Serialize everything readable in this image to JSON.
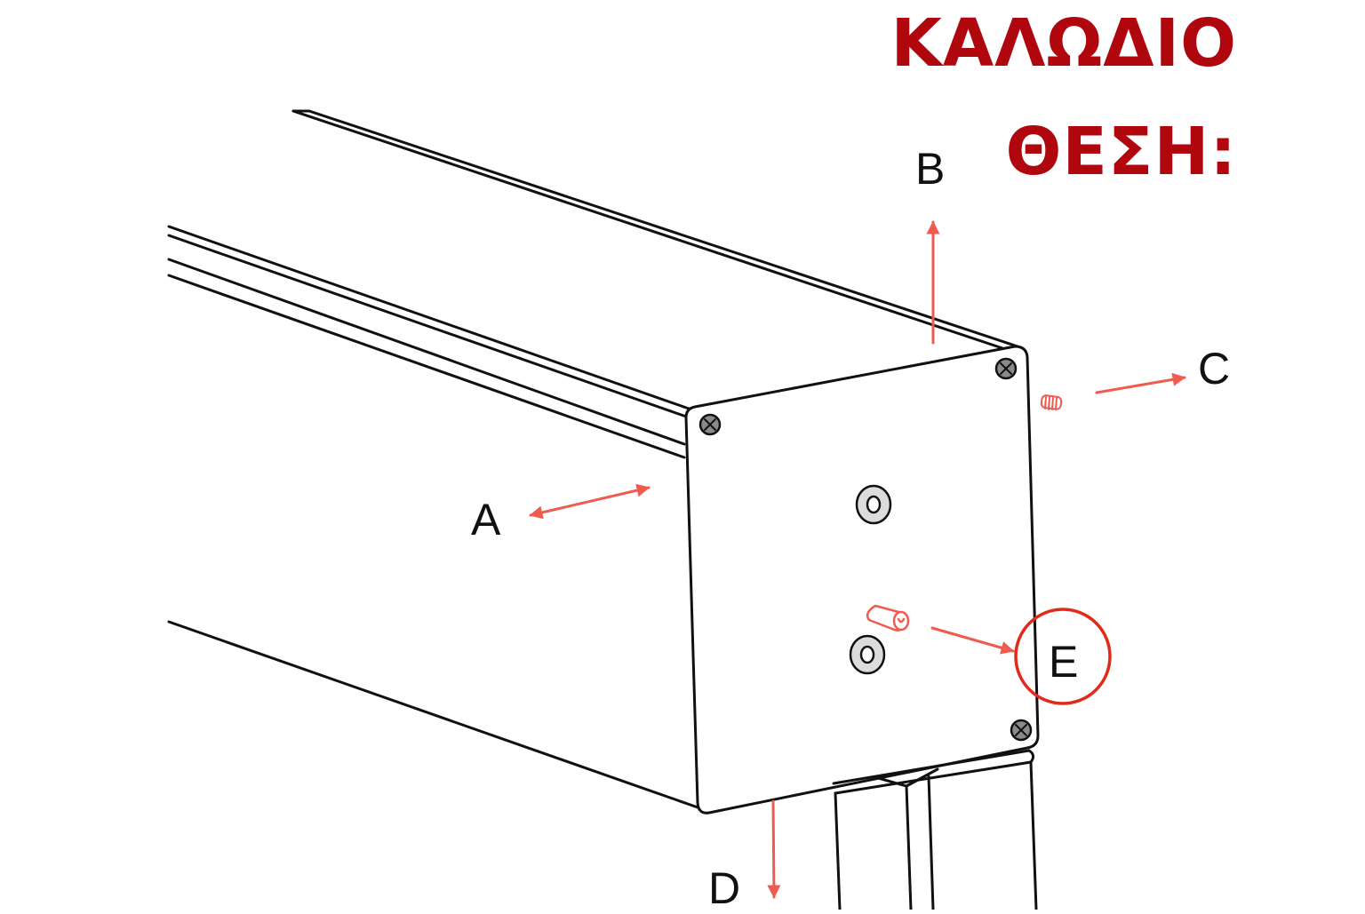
{
  "title": {
    "line1": "ΚΑΛΩΔΙΟ",
    "line2": "ΘΕΣΗ:"
  },
  "labels": {
    "a": "A",
    "b": "B",
    "c": "C",
    "d": "D",
    "e": "E"
  },
  "colors": {
    "title": "#b0070f",
    "arrow": "#ef5b4f",
    "highlight": "#e02a1a",
    "outline": "#111111",
    "screw": "#8a8a8a",
    "plug": "#dcdcdc"
  },
  "highlighted_label": "E"
}
